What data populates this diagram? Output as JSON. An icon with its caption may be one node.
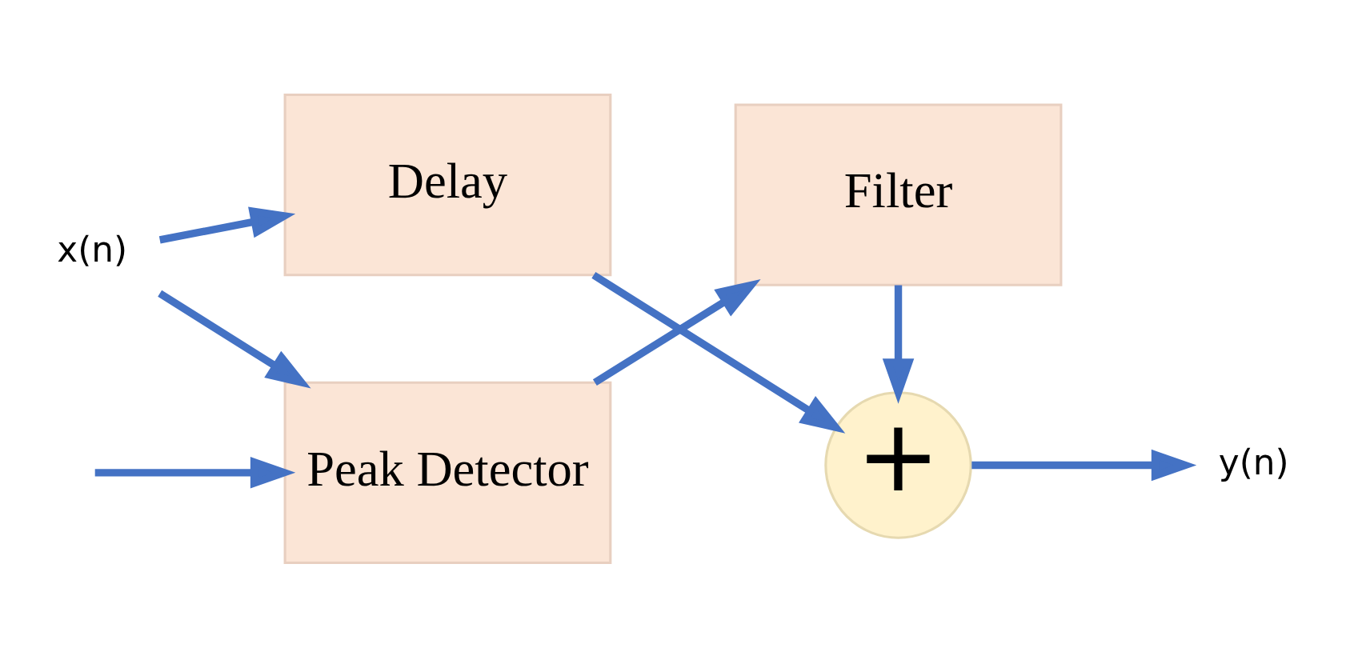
{
  "diagram": {
    "nodes": [
      {
        "text": [
          "x(n)"
        ]
      },
      {
        "text": [
          "Delay"
        ]
      },
      {
        "text": [
          "Peak Detector"
        ]
      },
      {
        "text": [
          "Filter"
        ]
      },
      {
        "text": [
          "+"
        ]
      },
      {
        "text": [
          "y(n)"
        ]
      }
    ],
    "edges": [
      {
        "from": 0,
        "to": 1,
        "arrow": "to"
      },
      {
        "from": 0,
        "to": 2,
        "arrow": "to"
      },
      {
        "from": null,
        "to": 2,
        "arrow": "to"
      },
      {
        "from": 1,
        "to": 4,
        "arrow": "to"
      },
      {
        "from": 2,
        "to": 3,
        "arrow": "to"
      },
      {
        "from": 3,
        "to": 4,
        "arrow": "to"
      },
      {
        "from": 4,
        "to": 5,
        "arrow": "to"
      }
    ]
  }
}
